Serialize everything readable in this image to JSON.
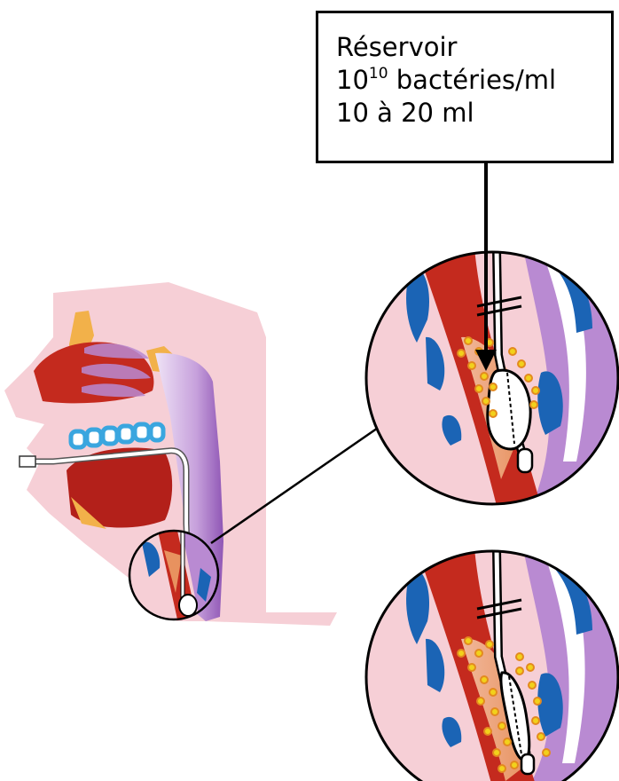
{
  "callout": {
    "line1": "Réservoir",
    "line2_base": "10",
    "line2_exponent": "10",
    "line2_rest": " bactéries/ml",
    "line3": "10 à 20 ml"
  },
  "colors": {
    "skin": "#f6cfd6",
    "muscle": "#c42a1e",
    "bone": "#f2b14a",
    "airway_purple": "#b98ad2",
    "teeth_blue": "#3aa6df",
    "bacteria_orange": "#e38a1f",
    "bacteria_dot": "#f2d11b"
  },
  "icons": [
    "head-profile-illustration",
    "magnified-cuff-circle",
    "tracheal-tube-icon",
    "pointer-arrow"
  ]
}
